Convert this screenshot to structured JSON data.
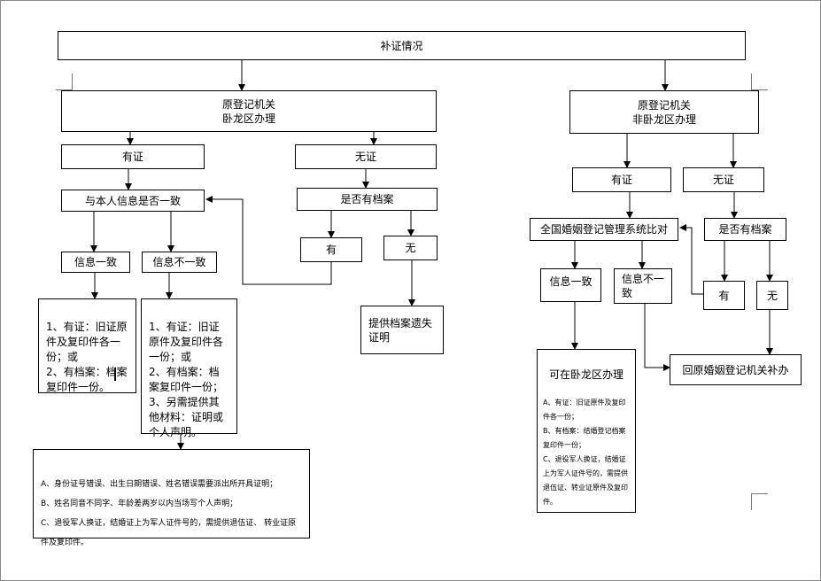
{
  "nodes": {
    "root": "补证情况",
    "left_authority": "原登记机关\n卧龙区办理",
    "right_authority": "原登记机关\n非卧龙区办理",
    "left_has_cert": "有证",
    "left_no_cert": "无证",
    "left_check_info": "与本人信息是否一致",
    "left_has_archive_q": "是否有档案",
    "left_archive_yes": "有",
    "left_archive_no": "无",
    "left_info_match": "信息一致",
    "left_info_mismatch": "信息不一致",
    "left_lost_proof": "提供档案遗失\n证明",
    "left_match_docs": "1、有证：旧证原件及复印件各一份；或\n2、有档案：档案复印件一份。",
    "left_mismatch_docs": "1、有证：旧证原件及复印件各一份；或\n2、有档案：档案复印件一份；\n3、另需提供其他材料：证明或个人声明。",
    "left_notes": "A、身份证号错误、出生日期错误、姓名错误需要派出所开具证明；\nB、姓名同音不同字、年龄差两岁以内当场写个人声明；\nC、退役军人换证，结婚证上为军人证件号的，需提供退伍证、 转业证原件及复印件。",
    "right_has_cert": "有证",
    "right_no_cert": "无证",
    "right_compare": "全国婚姻登记管理系统比对",
    "right_has_archive_q": "是否有档案",
    "right_info_match": "信息一致",
    "right_info_mismatch": "信息不一\n致",
    "right_archive_yes": "有",
    "right_archive_no": "无",
    "right_wolong_title": "可在卧龙区办理",
    "right_wolong_docs": "A、有证：旧证原件及复印件各一份；\nB、有档案：结婚登记档案复印件一份；\nC、退役军人换证，结婚证上为军人证件号的，需提供退伍证、转业证原件及复印件。",
    "right_return": "回原婚姻登记机关补办"
  }
}
